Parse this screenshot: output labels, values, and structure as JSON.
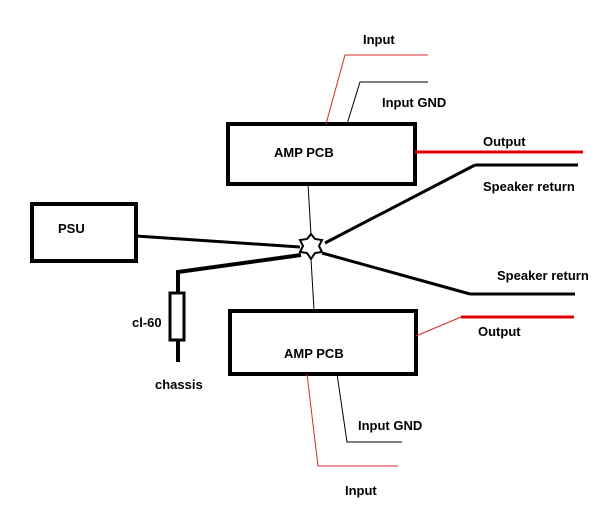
{
  "colors": {
    "wire": "#000000",
    "input_signal": "#d42a2a",
    "output_signal": "#e00000",
    "background": "#ffffff"
  },
  "blocks": {
    "psu": "PSU",
    "amp_top": "AMP PCB",
    "amp_bottom": "AMP PCB"
  },
  "labels": {
    "top_input": "Input",
    "top_input_gnd": "Input GND",
    "top_output": "Output",
    "top_speaker_return": "Speaker return",
    "bottom_speaker_return": "Speaker return",
    "bottom_output": "Output",
    "bottom_input_gnd": "Input GND",
    "bottom_input": "Input",
    "resistor": "cl-60",
    "chassis": "chassis"
  },
  "icons": {
    "star_ground": "star-ground-icon",
    "resistor": "resistor-icon"
  }
}
